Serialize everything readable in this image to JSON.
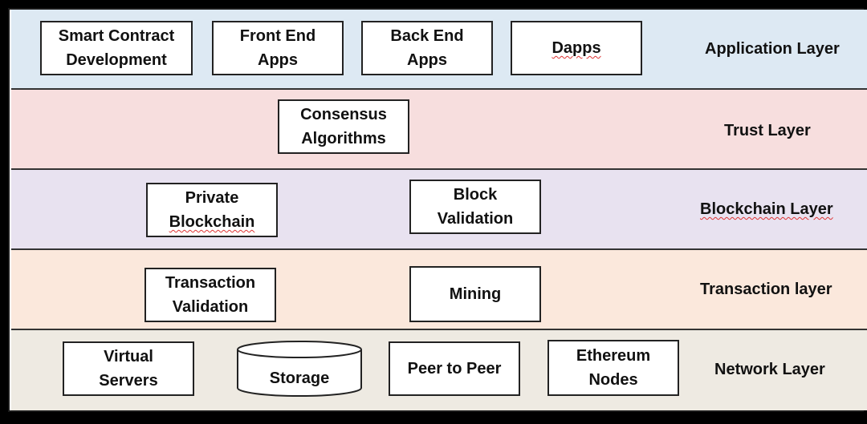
{
  "layers": {
    "application": {
      "label": "Application Layer",
      "color": "#dde9f3",
      "boxes": [
        {
          "line1": "Smart Contract",
          "line2": "Development"
        },
        {
          "line1": "Front End",
          "line2": "Apps"
        },
        {
          "line1": "Back End",
          "line2": "Apps"
        },
        {
          "line1": "Dapps"
        }
      ]
    },
    "trust": {
      "label": "Trust Layer",
      "color": "#f7dede",
      "boxes": [
        {
          "line1": "Consensus",
          "line2": "Algorithms"
        }
      ]
    },
    "blockchain": {
      "label": "Blockchain Layer",
      "color": "#e8e2f0",
      "boxes": [
        {
          "line1": "Private",
          "line2": "Blockchain"
        },
        {
          "line1": "Block",
          "line2": "Validation"
        }
      ]
    },
    "transaction": {
      "label": "Transaction layer",
      "color": "#fbe8dc",
      "boxes": [
        {
          "line1": "Transaction",
          "line2": "Validation"
        },
        {
          "line1": "Mining"
        }
      ]
    },
    "network": {
      "label": "Network Layer",
      "color": "#eeeae2",
      "boxes": [
        {
          "line1": "Virtual",
          "line2": "Servers"
        },
        {
          "line1": "Storage"
        },
        {
          "line1": "Peer to Peer"
        },
        {
          "line1": "Ethereum",
          "line2": "Nodes"
        }
      ]
    }
  }
}
